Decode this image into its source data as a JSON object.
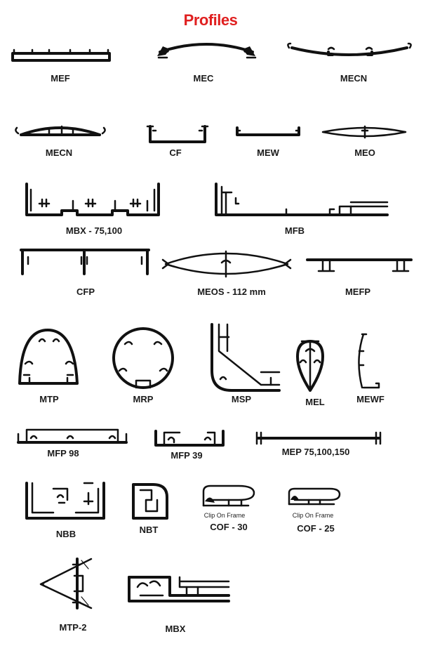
{
  "page": {
    "title": "Profiles",
    "title_color": "#e02020",
    "line_color": "#111111"
  },
  "profiles": [
    {
      "id": "MEF",
      "label": "MEF"
    },
    {
      "id": "MEC",
      "label": "MEC"
    },
    {
      "id": "MECN_1",
      "label": "MECN"
    },
    {
      "id": "MECN_2",
      "label": "MECN"
    },
    {
      "id": "CF",
      "label": "CF"
    },
    {
      "id": "MEW",
      "label": "MEW"
    },
    {
      "id": "MEO",
      "label": "MEO"
    },
    {
      "id": "MBX_75",
      "label": "MBX - 75,100"
    },
    {
      "id": "MFB",
      "label": "MFB"
    },
    {
      "id": "CFP",
      "label": "CFP"
    },
    {
      "id": "MEOS",
      "label": "MEOS - 112 mm"
    },
    {
      "id": "MEFP",
      "label": "MEFP"
    },
    {
      "id": "MTP",
      "label": "MTP"
    },
    {
      "id": "MRP",
      "label": "MRP"
    },
    {
      "id": "MSP",
      "label": "MSP"
    },
    {
      "id": "MEL",
      "label": "MEL"
    },
    {
      "id": "MEWF",
      "label": "MEWF"
    },
    {
      "id": "MFP98",
      "label": "MFP 98"
    },
    {
      "id": "MFP39",
      "label": "MFP 39"
    },
    {
      "id": "MEP",
      "label": "MEP 75,100,150"
    },
    {
      "id": "NBB",
      "label": "NBB"
    },
    {
      "id": "NBT",
      "label": "NBT"
    },
    {
      "id": "COF30",
      "label": "COF - 30",
      "caption": "Clip On Frame"
    },
    {
      "id": "COF25",
      "label": "COF - 25",
      "caption": "Clip On Frame"
    },
    {
      "id": "MTP2",
      "label": "MTP-2"
    },
    {
      "id": "MBX",
      "label": "MBX"
    }
  ]
}
